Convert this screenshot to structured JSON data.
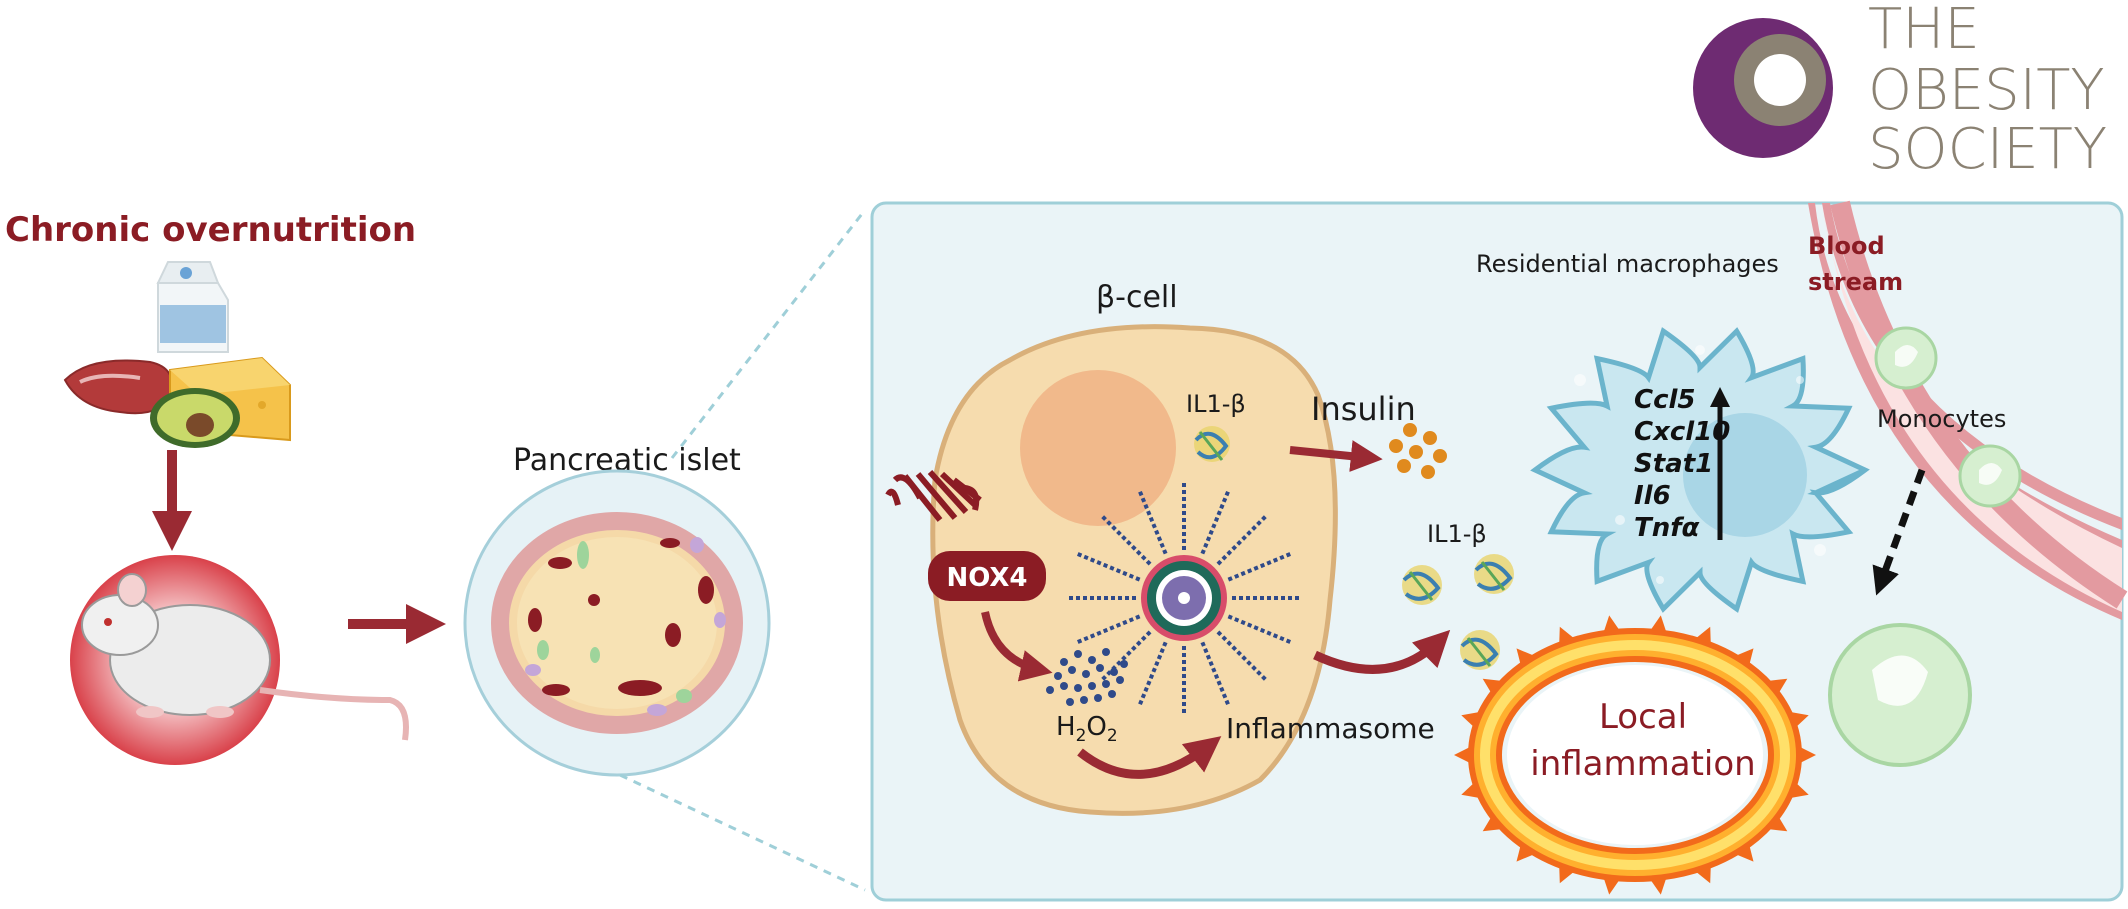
{
  "logo": {
    "line1": "THE",
    "line2": "OBESITY",
    "line3": "SOCIETY",
    "colors": {
      "purple": "#6e2b72",
      "taupe": "#8b8273"
    }
  },
  "left_panel": {
    "title": "Chronic overnutrition",
    "icons": [
      "milk-carton-icon",
      "meat-icon",
      "cheese-icon",
      "avocado-icon",
      "mouse-icon"
    ]
  },
  "islet": {
    "title": "Pancreatic islet"
  },
  "zoom_panel": {
    "beta_cell_label": "β-cell",
    "nox4_label": "NOX4",
    "h2o2_label": "H",
    "h2o2_sub1": "2",
    "h2o2_mid": "O",
    "h2o2_sub2": "2",
    "inflammasome_label": "Inflammasome",
    "il1b_inside_label": "IL1-β",
    "insulin_label": "Insulin",
    "il1b_outside_label": "IL1-β",
    "macrophage_title": "Residential macrophages",
    "genes": [
      "Ccl5",
      "Cxcl10",
      "Stat1",
      "Il6",
      "Tnfα"
    ],
    "blood_stream_line1": "Blood",
    "blood_stream_line2": "stream",
    "monocytes_label": "Monocytes",
    "local_inflammation_line1": "Local",
    "local_inflammation_line2": "inflammation"
  },
  "colors": {
    "dark_red": "#8b1c24",
    "arrow_red": "#9a2a33",
    "panel_bg": "#eaf4f7",
    "panel_border": "#9fcfd8",
    "cell_fill": "#f6dcae",
    "cell_border": "#d9b07a",
    "nucleus": "#f1b98b",
    "macrophage_fill": "#c9e7f0",
    "macrophage_border": "#6bb4cc",
    "vessel_outer": "#e9a3a6",
    "vessel_inner": "#fbe2e2",
    "monocyte": "#d6efd0",
    "fire_outer": "#f26a1b",
    "fire_inner": "#ffd54a"
  }
}
